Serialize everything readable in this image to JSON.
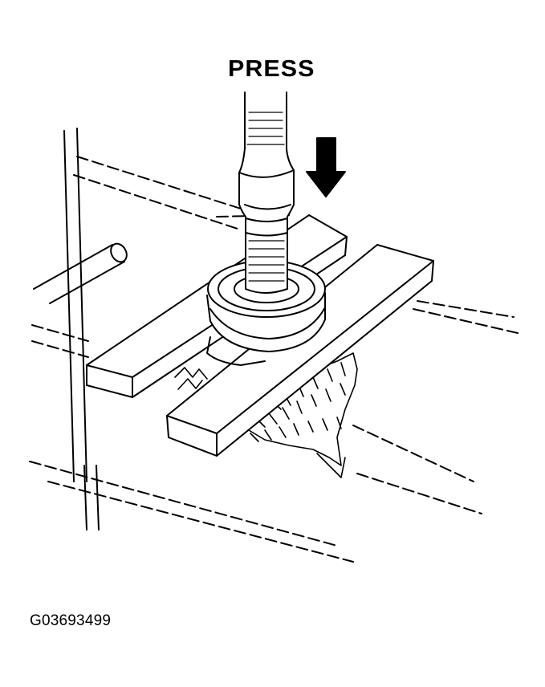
{
  "figure": {
    "press_label": "PRESS",
    "figure_code": "G03693499",
    "arrow_direction": "down",
    "line_color": "#000000",
    "background_color": "#ffffff"
  }
}
